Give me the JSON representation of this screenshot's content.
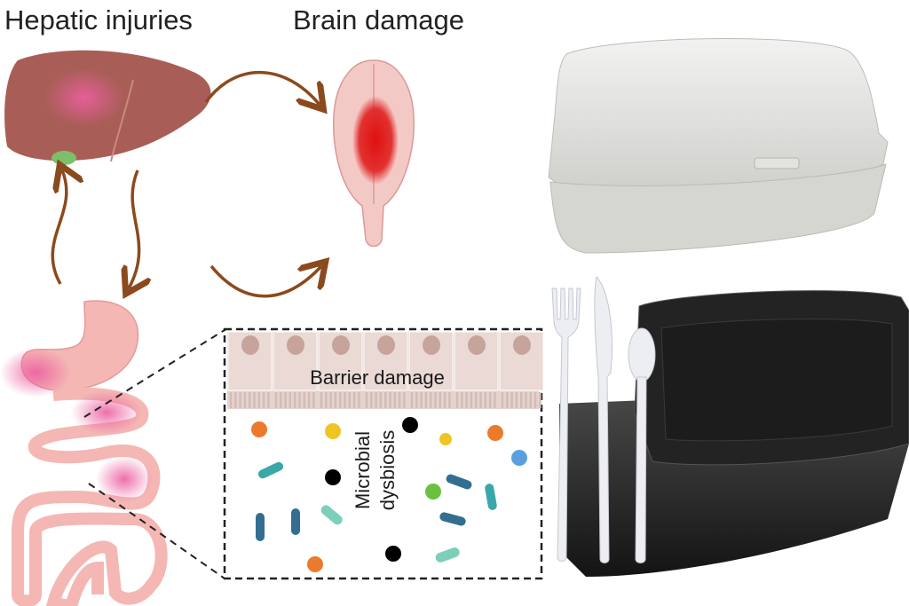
{
  "labels": {
    "hepatic": "Hepatic injuries",
    "brain": "Brain damage",
    "barrier": "Barrier damage",
    "microbial_line1": "Microbial",
    "microbial_line2": "dysbiosis"
  },
  "colors": {
    "liver": "#a85e56",
    "inflammation": "#ec5fa0",
    "brain": "#f3c9c6",
    "brain_lesion": "#e01f1f",
    "arrow": "#8b4a1d",
    "intestine": "#f4b7b4",
    "epithelium": "#e6d3cf",
    "nucleus": "#c6a49c",
    "foam_white": "#e8e8e6",
    "foam_black": "#2a2a2a"
  }
}
